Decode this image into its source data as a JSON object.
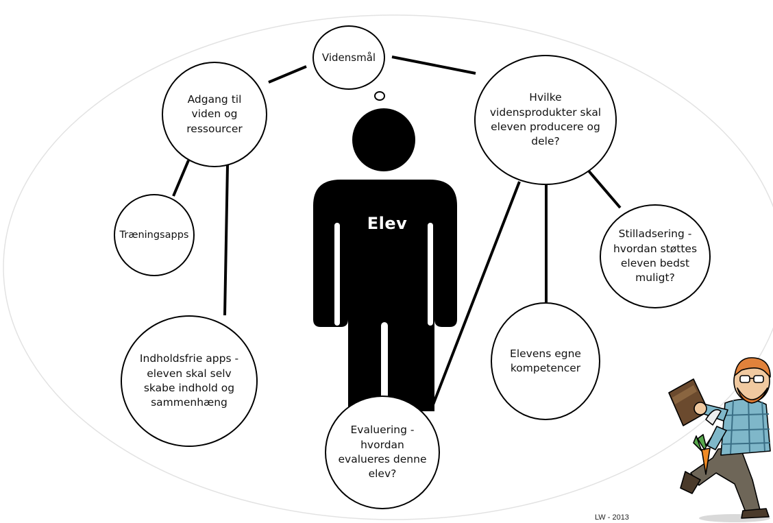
{
  "person": {
    "label": "Elev"
  },
  "nodes": {
    "videnmaal": "Vidensmål",
    "adgang": "Adgang til\nviden og\nressourcer",
    "hvilke": "Hvilke\nvidensprodukter skal\neleven producere og\ndele?",
    "traening": "Træningsapps",
    "stillads": "Stilladsering -\nhvordan støttes\neleven bedst\nmuligt?",
    "indhold": "Indholdsfrie apps -\neleven skal selv\nskabe indhold og\nsammenhæng",
    "egne": "Elevens egne\nkompetencer",
    "evaluering": "Evaluering -\nhvordan\nevalueres denne\nelev?"
  },
  "credit": "LW - 2013",
  "colors": {
    "ink": "#000000",
    "background": "#ffffff",
    "ellipse": "#e2e2e2"
  }
}
